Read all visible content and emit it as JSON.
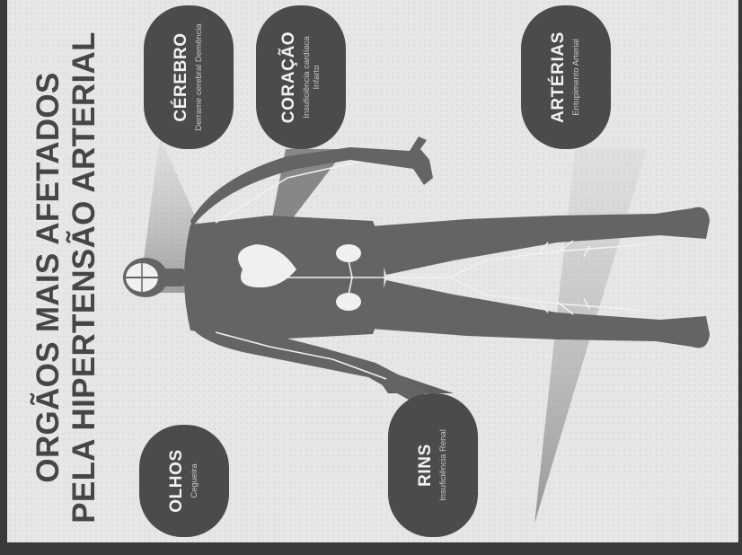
{
  "title": {
    "line1": "ORGÃOS MAIS AFETADOS",
    "line2": "PELA HIPERTENSÃO ARTERIAL"
  },
  "callouts": [
    {
      "id": "olhos",
      "name": "OLHOS",
      "desc": "Cegueira"
    },
    {
      "id": "rins",
      "name": "RINS",
      "desc": "Insuficiência Renal"
    },
    {
      "id": "cerebro",
      "name": "CÉREBRO",
      "desc": "Derrame cerebral Demência"
    },
    {
      "id": "coracao",
      "name": "CORAÇÃO",
      "desc": "Insuficiência cardíaca Infarto"
    },
    {
      "id": "arterias",
      "name": "ARTÉRIAS",
      "desc": "Entupimento Arterial"
    }
  ],
  "colors": {
    "background": "#e6e6e6",
    "bubble": "#4b4b4b",
    "title": "#464646",
    "body": "#646464",
    "organs": "#f0f0f0"
  }
}
